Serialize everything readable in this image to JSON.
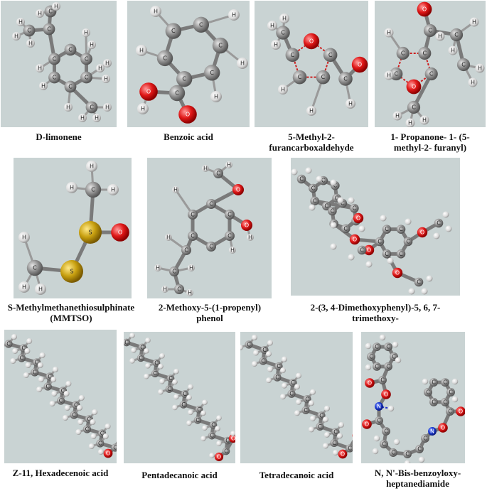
{
  "atom_labels": {
    "carbon": "C",
    "hydrogen": "H",
    "oxygen": "O",
    "sulfur": "S",
    "nitrogen": "N"
  },
  "molecules": [
    {
      "id": "d-limonene",
      "caption": "D-limonene"
    },
    {
      "id": "benzoic-acid",
      "caption": "Benzoic acid"
    },
    {
      "id": "methyl-furancarboxaldehyde",
      "caption": "5-Methyl-2-\nfurancarboxaldehyde"
    },
    {
      "id": "propanone-furanyl",
      "caption": "1- Propanone- 1- (5-\nmethyl-2- furanyl)"
    },
    {
      "id": "mmtso",
      "caption": "S-Methylmethanethiosulphinate\n(MMTSO)"
    },
    {
      "id": "methoxy-propenyl-phenol",
      "caption": "2-Methoxy-5-(1-propenyl)\nphenol"
    },
    {
      "id": "dimethoxyphenyl-trimethoxy",
      "caption": "2-(3, 4-Dimethoxyphenyl)-5, 6, 7-\ntrimethoxy-"
    },
    {
      "id": "hexadecenoic-acid",
      "caption": "Z-11, Hexadecenoic acid"
    },
    {
      "id": "pentadecanoic-acid",
      "caption": "Pentadecanoic acid"
    },
    {
      "id": "tetradecanoic-acid",
      "caption": "Tetradecanoic acid"
    },
    {
      "id": "bis-benzoyloxy-heptanediamide",
      "caption": "N, N'-Bis-benzoyloxy-\nheptanediamide"
    }
  ],
  "colors": {
    "panel_bg": "#c9d3d3",
    "carbon": "#8a8a8a",
    "hydrogen": "#e8e8e8",
    "oxygen": "#e01818",
    "sulfur": "#c8a010",
    "nitrogen": "#1a3ad0"
  }
}
